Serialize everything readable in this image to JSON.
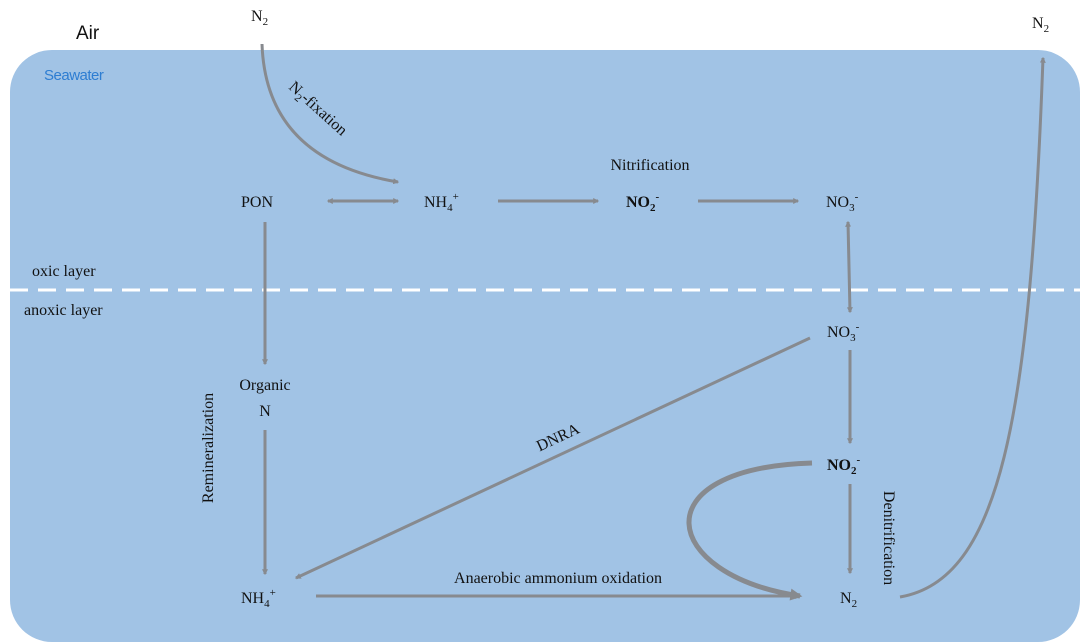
{
  "colors": {
    "seawater": "#a1c3e5",
    "arrow": "#878a8f",
    "green": "#4e8a3a",
    "purple": "#7a3aa8",
    "red": "#c00000",
    "seawater_label": "#2d7dd2",
    "layer_label": "#f2f6fb",
    "dash": "#ffffff"
  },
  "regions": {
    "air": "Air",
    "seawater": "Seawater",
    "oxic": "oxic layer",
    "anoxic": "anoxic layer"
  },
  "nodes": {
    "n2_air": "N",
    "n2_air_sub": "2",
    "n2_right": "N",
    "n2_right_sub": "2",
    "pon": "PON",
    "nh4_top": "NH",
    "nh4_top_sub": "4",
    "nh4_top_sup": "+",
    "no2_top": "NO",
    "no2_top_sub": "2",
    "no2_top_sup": "-",
    "no3_top": "NO",
    "no3_top_sub": "3",
    "no3_top_sup": "-",
    "no3_bottom": "NO",
    "no3_bottom_sub": "3",
    "no3_bottom_sup": "-",
    "organic_line1": "Organic",
    "organic_line2": "N",
    "nh4_bottom": "NH",
    "nh4_bottom_sub": "4",
    "nh4_bottom_sup": "+",
    "no2_bottom": "NO",
    "no2_bottom_sub": "2",
    "no2_bottom_sup": "-",
    "n2_bottom": "N",
    "n2_bottom_sub": "2"
  },
  "processes": {
    "n2_fixation_a": "N",
    "n2_fixation_sub": "2",
    "n2_fixation_b": "-fixation",
    "nitrification": "Nitrification",
    "remineralization": "Remineralization",
    "dnra": "DNRA",
    "anammox": "Anaerobic ammonium oxidation",
    "denitrification": "Denitrification"
  }
}
